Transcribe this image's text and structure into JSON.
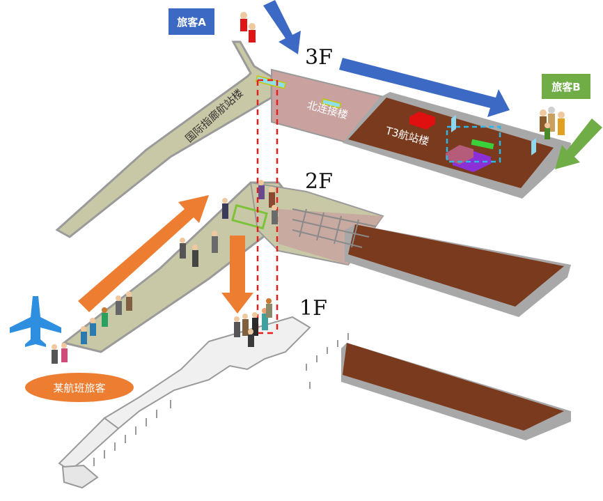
{
  "colors": {
    "brown_floor": "#7a3a1e",
    "pink_zone": "#c9a2a0",
    "beige_floor": "#c9c8a6",
    "wall": "#d9d9d9",
    "blue_arrow": "#3c69c4",
    "orange_arrow": "#ed7d31",
    "green_arrow": "#70ad47",
    "plane": "#2e8fe0",
    "dashed_red": "#e61e1e",
    "dashed_cyan": "#2bb8e6"
  },
  "labels": {
    "passenger_a": "旅客A",
    "passenger_b": "旅客B",
    "flight_passengers": "某航班旅客",
    "floor_3f": "3F",
    "floor_2f": "2F",
    "floor_1f": "1F",
    "north_connector": "北连接楼",
    "t3_terminal": "T3航站楼",
    "intl_pier": "国际指廊航站楼"
  },
  "icons": {
    "plane": "airplane-icon",
    "people": "person-icon"
  }
}
